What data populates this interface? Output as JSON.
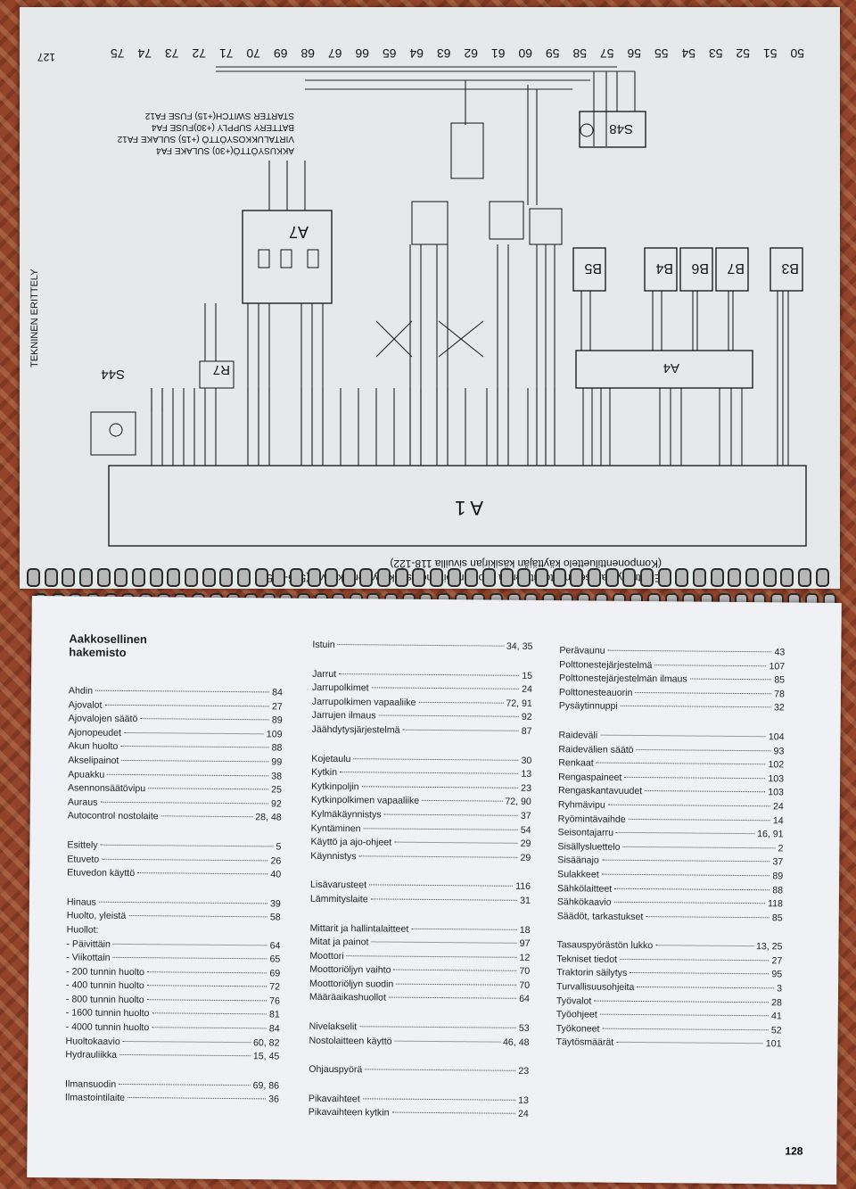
{
  "top_page": {
    "page_number": "127",
    "side_heading": "TEKNINEN ERITTELY",
    "caption_line1": "Elektrohydraulisen nostolaitteen ja tulostorajoittimen sähkökytkentäkaavio (505-905)",
    "caption_line2": "(Komponenttiluettelo käyttäjän käsikirjan sivuilla 118-122)",
    "column_numbers": [
      "50",
      "51",
      "52",
      "53",
      "54",
      "55",
      "56",
      "57",
      "58",
      "59",
      "60",
      "61",
      "62",
      "63",
      "64",
      "65",
      "66",
      "67",
      "68",
      "69",
      "70",
      "71",
      "72",
      "73",
      "74",
      "75"
    ],
    "legend_lines": [
      "AKKUSYÖTTÖ(+30) SULAKE FA4",
      "VIRTALUKKOSYÖTTÖ (+15) SULAKE FA12",
      "BATTERY SUPPLY (+30)FUSE FA4",
      "STARTER SWITCH(+15) FUSE FA12"
    ],
    "components": {
      "a1": "A 1",
      "a4": "A4",
      "a7": "A7",
      "r7": "R7",
      "s44": "S44",
      "s48": "S48",
      "b3": "B3",
      "b4": "B4",
      "b5": "B5",
      "b6": "B6",
      "b7": "B7"
    }
  },
  "index": {
    "title": "Aakkosellinen\nhakemisto",
    "page_number": "128",
    "columns": [
      [
        {
          "t": "Ahdin",
          "p": "84"
        },
        {
          "t": "Ajovalot",
          "p": "27"
        },
        {
          "t": "Ajovalojen säätö",
          "p": "89"
        },
        {
          "t": "Ajonopeudet",
          "p": "109"
        },
        {
          "t": "Akun huolto",
          "p": "88"
        },
        {
          "t": "Akselipainot",
          "p": "99"
        },
        {
          "t": "Apuakku",
          "p": "38"
        },
        {
          "t": "Asennonsäätövipu",
          "p": "25"
        },
        {
          "t": "Auraus",
          "p": "92"
        },
        {
          "t": "Autocontrol nostolaite",
          "p": "28, 48"
        },
        {
          "gap": true
        },
        {
          "t": "Esittely",
          "p": "5"
        },
        {
          "t": "Etuveto",
          "p": "26"
        },
        {
          "t": "Etuvedon käyttö",
          "p": "40"
        },
        {
          "gap": true
        },
        {
          "t": "Hinaus",
          "p": "39"
        },
        {
          "t": "Huolto, yleistä",
          "p": "58"
        },
        {
          "t": "Huollot:",
          "p": ""
        },
        {
          "t": "- Päivittäin",
          "p": "64"
        },
        {
          "t": "- Viikottain",
          "p": "65"
        },
        {
          "t": "- 200 tunnin huolto",
          "p": "69"
        },
        {
          "t": "- 400 tunnin huolto",
          "p": "72"
        },
        {
          "t": "- 800 tunnin huolto",
          "p": "76"
        },
        {
          "t": "- 1600 tunnin huolto",
          "p": "81"
        },
        {
          "t": "- 4000 tunnin huolto",
          "p": "84"
        },
        {
          "t": "Huoltokaavio",
          "p": "60, 82"
        },
        {
          "t": "Hydrauliikka",
          "p": "15, 45"
        },
        {
          "gap": true
        },
        {
          "t": "Ilmansuodin",
          "p": "69, 86"
        },
        {
          "t": "Ilmastointilaite",
          "p": "36"
        }
      ],
      [
        {
          "t": "Istuin",
          "p": "34, 35"
        },
        {
          "gap": true
        },
        {
          "t": "Jarrut",
          "p": "15"
        },
        {
          "t": "Jarrupolkimet",
          "p": "24"
        },
        {
          "t": "Jarrupolkimen vapaaliike",
          "p": "72, 91"
        },
        {
          "t": "Jarrujen ilmaus",
          "p": "92"
        },
        {
          "t": "Jäähdytysjärjestelmä",
          "p": "87"
        },
        {
          "gap": true
        },
        {
          "t": "Kojetaulu",
          "p": "30"
        },
        {
          "t": "Kytkin",
          "p": "13"
        },
        {
          "t": "Kytkinpoljin",
          "p": "23"
        },
        {
          "t": "Kytkinpolkimen vapaaliike",
          "p": "72, 90"
        },
        {
          "t": "Kylmäkäynnistys",
          "p": "37"
        },
        {
          "t": "Kyntäminen",
          "p": "54"
        },
        {
          "t": "Käyttö ja ajo-ohjeet",
          "p": "29"
        },
        {
          "t": "Käynnistys",
          "p": "29"
        },
        {
          "gap": true
        },
        {
          "t": "Lisävarusteet",
          "p": "116"
        },
        {
          "t": "Lämmityslaite",
          "p": "31"
        },
        {
          "gap": true
        },
        {
          "t": "Mittarit ja hallintalaitteet",
          "p": "18"
        },
        {
          "t": "Mitat ja painot",
          "p": "97"
        },
        {
          "t": "Moottori",
          "p": "12"
        },
        {
          "t": "Moottoriöljyn vaihto",
          "p": "70"
        },
        {
          "t": "Moottoriöljyn suodin",
          "p": "70"
        },
        {
          "t": "Määräaikashuollot",
          "p": "64"
        },
        {
          "gap": true
        },
        {
          "t": "Nivelakselit",
          "p": "53"
        },
        {
          "t": "Nostolaitteen käyttö",
          "p": "46, 48"
        },
        {
          "gap": true
        },
        {
          "t": "Ohjauspyörä",
          "p": "23"
        },
        {
          "gap": true
        },
        {
          "t": "Pikavaihteet",
          "p": "13"
        },
        {
          "t": "Pikavaihteen kytkin",
          "p": "24"
        }
      ],
      [
        {
          "t": "Perävaunu",
          "p": "43"
        },
        {
          "t": "Polttonestejärjestelmä",
          "p": "107"
        },
        {
          "t": "Polttonestejärjestelmän ilmaus",
          "p": "85"
        },
        {
          "t": "Polttonesteauorin",
          "p": "78"
        },
        {
          "t": "Pysäytinnuppi",
          "p": "32"
        },
        {
          "gap": true
        },
        {
          "t": "Raideväli",
          "p": "104"
        },
        {
          "t": "Raidevälien säätö",
          "p": "93"
        },
        {
          "t": "Renkaat",
          "p": "102"
        },
        {
          "t": "Rengaspaineet",
          "p": "103"
        },
        {
          "t": "Rengaskantavuudet",
          "p": "103"
        },
        {
          "t": "Ryhmävipu",
          "p": "24"
        },
        {
          "t": "Ryömintävaihde",
          "p": "14"
        },
        {
          "t": "Seisontajarru",
          "p": "16, 91"
        },
        {
          "t": "Sisällysluettelo",
          "p": "2"
        },
        {
          "t": "Sisäänajo",
          "p": "37"
        },
        {
          "t": "Sulakkeet",
          "p": "89"
        },
        {
          "t": "Sähkölaitteet",
          "p": "88"
        },
        {
          "t": "Sähkökaavio",
          "p": "118"
        },
        {
          "t": "Säädöt, tarkastukset",
          "p": "85"
        },
        {
          "gap": true
        },
        {
          "t": "Tasauspyörästön lukko",
          "p": "13, 25"
        },
        {
          "t": "Tekniset tiedot",
          "p": "27"
        },
        {
          "t": "Traktorin säilytys",
          "p": "95"
        },
        {
          "t": "Turvallisuusohjeita",
          "p": "3"
        },
        {
          "t": "Työvalot",
          "p": "28"
        },
        {
          "t": "Työohjeet",
          "p": "41"
        },
        {
          "t": "Työkoneet",
          "p": "52"
        },
        {
          "t": "Täytösmäärät",
          "p": "101"
        }
      ]
    ]
  }
}
